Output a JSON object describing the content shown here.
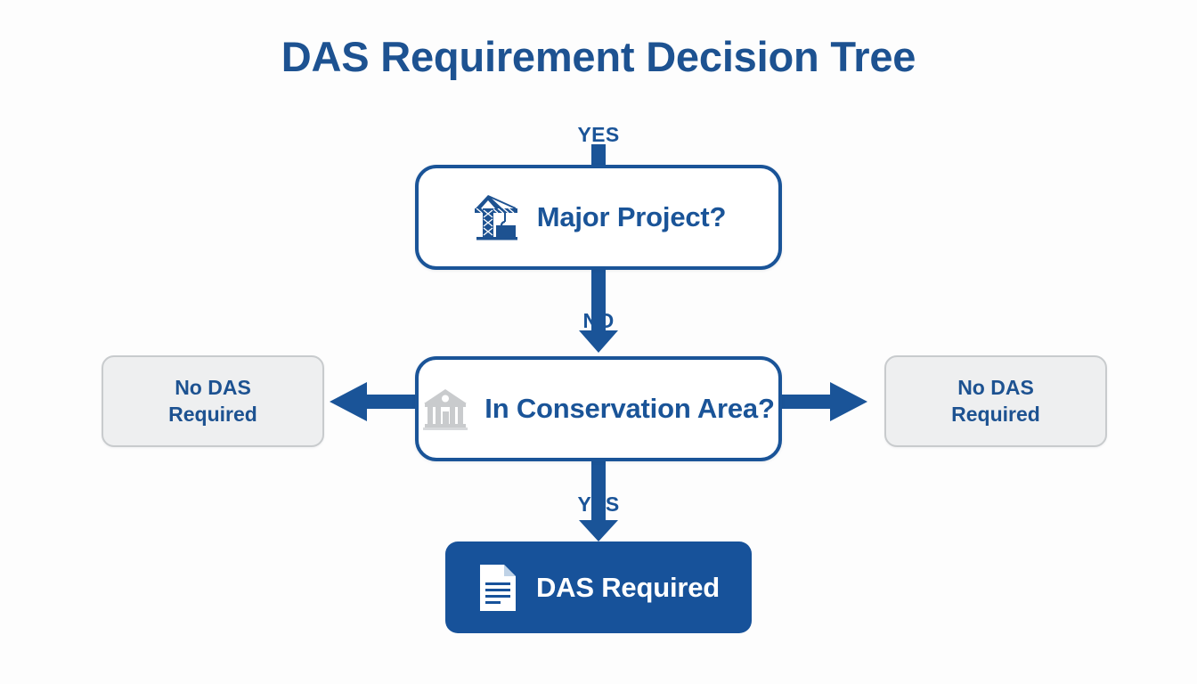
{
  "page": {
    "title": "DAS Requirement Decision Tree",
    "background_color": "#fdfdfd",
    "accent_color": "#1a5498",
    "accent_dark": "#17529a",
    "grey_fill": "#eeeff0",
    "grey_border": "#c8cbcd"
  },
  "diagram": {
    "type": "decision-tree",
    "nodes": [
      {
        "id": "major-project",
        "label": "Major Project?",
        "kind": "decision",
        "icon": "crane-icon"
      },
      {
        "id": "conservation-area",
        "label": "In Conservation Area?",
        "kind": "decision",
        "icon": "bank-icon"
      },
      {
        "id": "das-required",
        "label": "DAS Required",
        "kind": "terminal-positive",
        "icon": "document-icon"
      },
      {
        "id": "no-das-required-left",
        "label": "No DAS\nRequired",
        "kind": "terminal-negative",
        "icon": null
      },
      {
        "id": "no-das-required-right",
        "label": "No DAS\nRequired",
        "kind": "terminal-negative",
        "icon": null
      }
    ],
    "edges": [
      {
        "id": "edge-top",
        "label": "YES",
        "direction": "down",
        "from": null,
        "to": "major-project"
      },
      {
        "id": "edge-middle",
        "label": "NO",
        "direction": "down",
        "from": "major-project",
        "to": "conservation-area"
      },
      {
        "id": "edge-left",
        "label": "",
        "direction": "left",
        "from": "conservation-area",
        "to": "no-das-required-left"
      },
      {
        "id": "edge-right",
        "label": "",
        "direction": "right",
        "from": "conservation-area",
        "to": "no-das-required-right"
      },
      {
        "id": "edge-bottom",
        "label": "YES",
        "direction": "down",
        "from": "conservation-area",
        "to": "das-required"
      }
    ]
  }
}
